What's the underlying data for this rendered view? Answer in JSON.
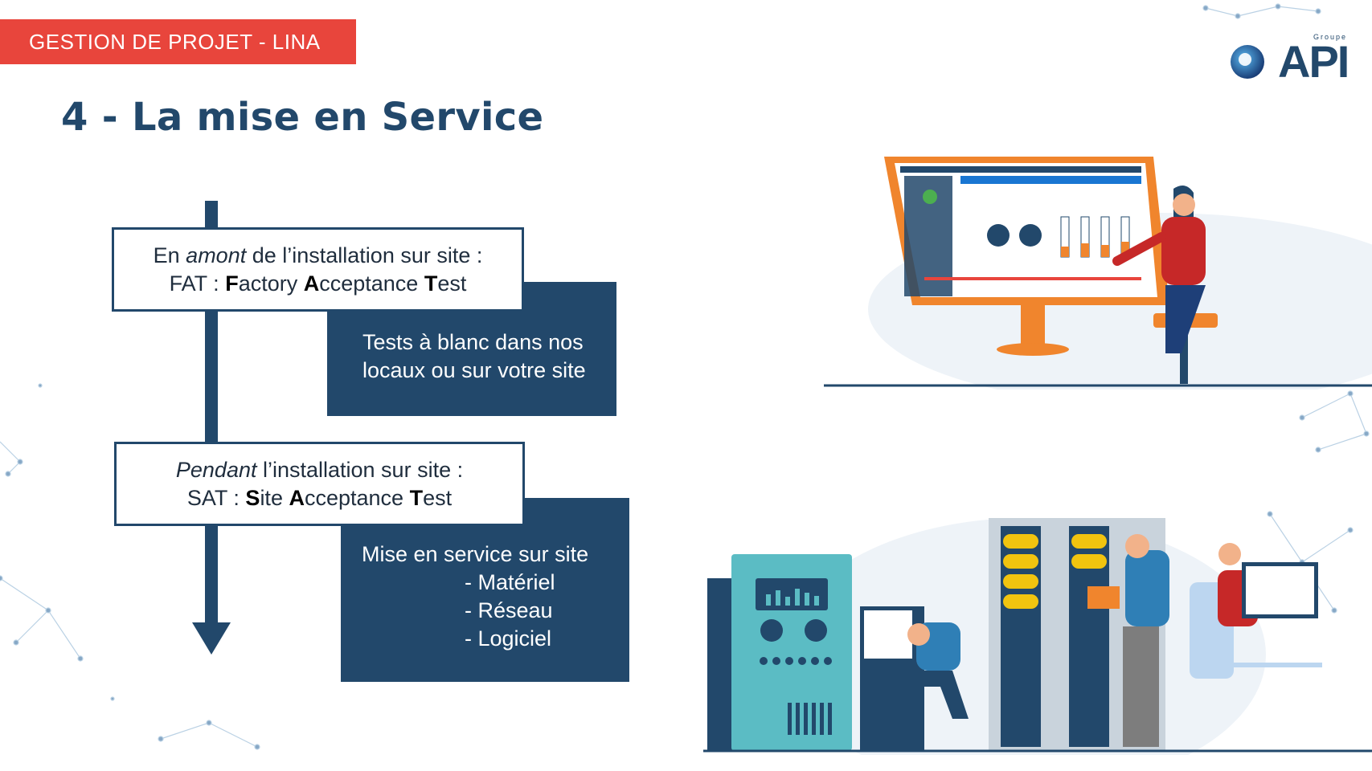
{
  "header": {
    "banner_label": "GESTION DE PROJET - LINA",
    "title": "4 - La mise en Service"
  },
  "logo": {
    "small_text": "Groupe",
    "brand_text": "API"
  },
  "flow": {
    "step1": {
      "prefix": "En ",
      "emphasis": "amont",
      "suffix": " de l’installation sur site :",
      "code": "FAT : ",
      "w1_bold": "F",
      "w1_rest": "actory ",
      "w2_bold": "A",
      "w2_rest": "cceptance ",
      "w3_bold": "T",
      "w3_rest": "est",
      "detail_line1": "Tests à blanc dans nos",
      "detail_line2": "locaux ou sur votre site"
    },
    "step2": {
      "emphasis": "Pendant",
      "suffix": " l’installation sur site :",
      "code": "SAT : ",
      "w1_bold": "S",
      "w1_rest": "ite ",
      "w2_bold": "A",
      "w2_rest": "cceptance ",
      "w3_bold": "T",
      "w3_rest": "est",
      "detail_title": "Mise en service sur site",
      "detail_items": [
        "- Matériel",
        "- Réseau",
        "- Logiciel"
      ]
    }
  },
  "illustrations": {
    "top": "scada-monitor-illustration",
    "bottom": "server-room-illustration"
  },
  "colors": {
    "banner": "#e8453c",
    "navy": "#22486b",
    "orange": "#f0852d",
    "teal": "#5bbcc4"
  }
}
